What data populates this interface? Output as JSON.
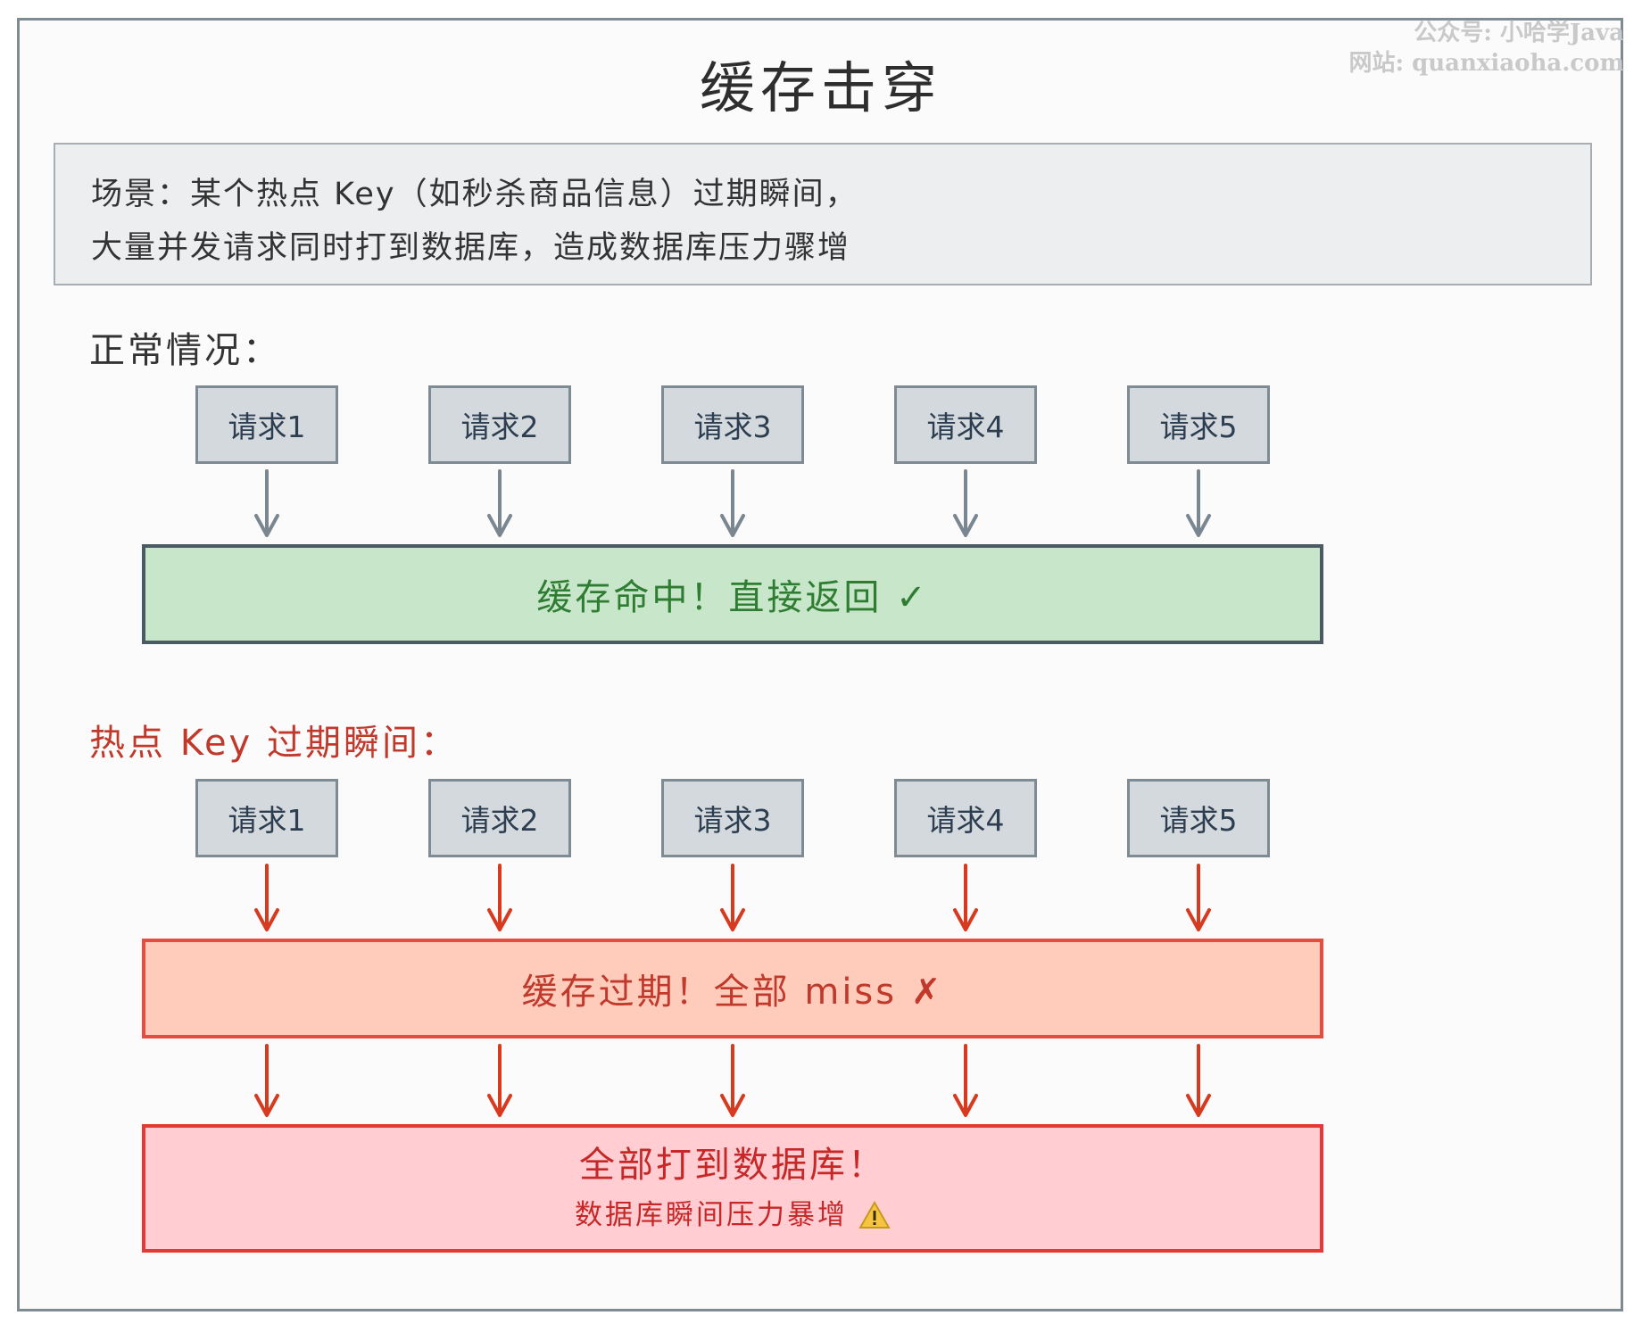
{
  "watermark": {
    "line1": "公众号: 小哈学Java",
    "line2": "网站: quanxiaoha.com"
  },
  "title": "缓存击穿",
  "scenario": {
    "line1": "场景：某个热点 Key（如秒杀商品信息）过期瞬间，",
    "line2": "大量并发请求同时打到数据库，造成数据库压力骤增"
  },
  "normal": {
    "label": "正常情况：",
    "requests": [
      "请求1",
      "请求2",
      "请求3",
      "请求4",
      "请求5"
    ],
    "result": "缓存命中！直接返回 ✓"
  },
  "hot": {
    "label": "热点 Key 过期瞬间：",
    "requests": [
      "请求1",
      "请求2",
      "请求3",
      "请求4",
      "请求5"
    ],
    "miss": "缓存过期！全部 miss ✗",
    "db_main": "全部打到数据库！",
    "db_sub": "数据库瞬间压力暴增"
  },
  "icons": {
    "warning": "warning-icon"
  },
  "colors": {
    "normal_arrow": "#7a8790",
    "hot_arrow": "#d63a1f",
    "hit_fill": "#c8e6c9",
    "miss_fill": "#ffccbc",
    "db_fill": "#ffcdd2"
  }
}
